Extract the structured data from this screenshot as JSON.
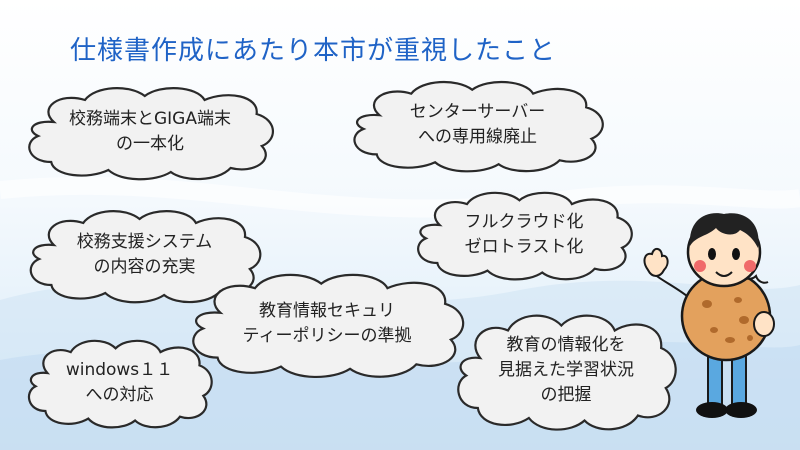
{
  "title": "仕様書作成にあたり本市が重視したこと",
  "clouds": [
    {
      "lines": [
        "校務端末とGIGA端末",
        "の一本化"
      ]
    },
    {
      "lines": [
        "センターサーバー",
        "への専用線廃止"
      ]
    },
    {
      "lines": [
        "校務支援システム",
        "の内容の充実"
      ]
    },
    {
      "lines": [
        "フルクラウド化",
        "ゼロトラスト化"
      ]
    },
    {
      "lines": [
        "教育情報セキュリ",
        "ティーポリシーの準拠"
      ]
    },
    {
      "lines": [
        "windows１１",
        "への対応"
      ]
    },
    {
      "lines": [
        "教育の情報化を",
        "見据えた学習状況",
        "の把握"
      ]
    }
  ],
  "colors": {
    "title": "#1f63c6",
    "cloud_fill": "#f2f2f2",
    "cloud_stroke": "#2a2a2a"
  }
}
